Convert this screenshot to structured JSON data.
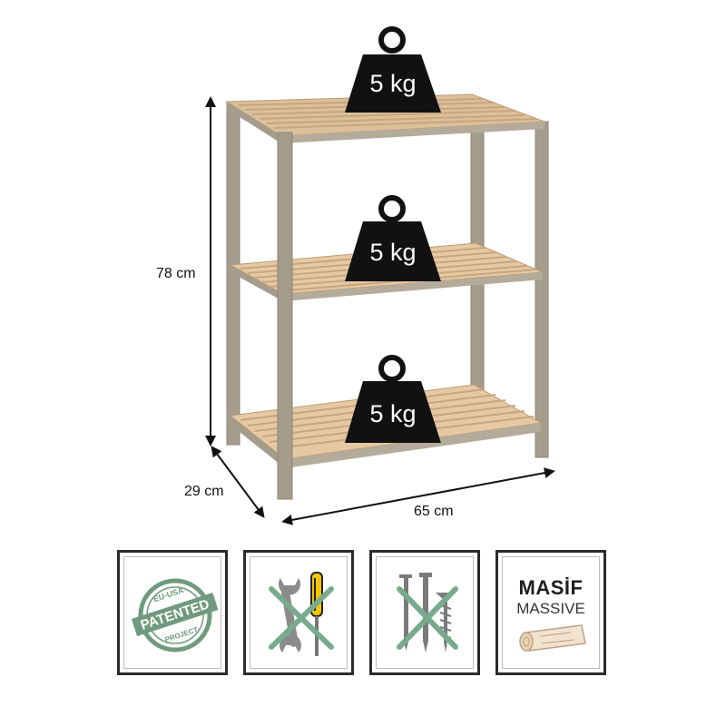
{
  "dimensions": {
    "height": "78 cm",
    "depth": "29 cm",
    "width": "65 cm"
  },
  "shelves": [
    {
      "load": "5 kg"
    },
    {
      "load": "5 kg"
    },
    {
      "load": "5 kg"
    }
  ],
  "badges": {
    "patented": {
      "top_text": "EU-USA",
      "main_text": "PATENTED",
      "bottom_text": "PROJECT",
      "icon": "patented-seal-icon"
    },
    "no_tools": {
      "icon": "no-tools-icon"
    },
    "no_screws": {
      "icon": "no-screws-icon"
    },
    "solid_wood": {
      "title": "MASİF",
      "subtitle": "MASSIVE",
      "icon": "wood-log-icon"
    }
  },
  "colors": {
    "frame": "#a59c8c",
    "wood": "#e6c9a2",
    "cross": "#78ab8e",
    "seal": "#6f9a7e"
  }
}
